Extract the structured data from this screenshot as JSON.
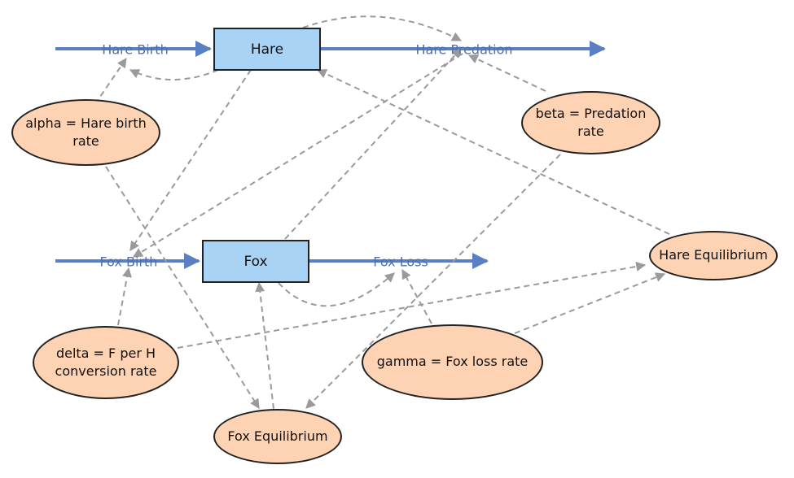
{
  "stocks": {
    "hare": "Hare",
    "fox": "Fox"
  },
  "flows": {
    "hare_birth": "Hare Birth",
    "hare_predation": "Hare Predation",
    "fox_birth": "Fox Birth",
    "fox_loss": "Fox Loss"
  },
  "variables": {
    "alpha_line1": "alpha = Hare birth",
    "alpha_line2": "rate",
    "beta_line1": "beta = Predation",
    "beta_line2": "rate",
    "delta_line1": "delta = F per H",
    "delta_line2": "conversion rate",
    "gamma": "gamma = Fox loss rate",
    "hare_equilibrium": "Hare Equilibrium",
    "fox_equilibrium": "Fox Equilibrium"
  },
  "colors": {
    "flow": "#5b7fc4",
    "link": "#9a9a9a",
    "stock_fill": "#a9d3f5",
    "aux_fill": "#fdd3b3"
  }
}
